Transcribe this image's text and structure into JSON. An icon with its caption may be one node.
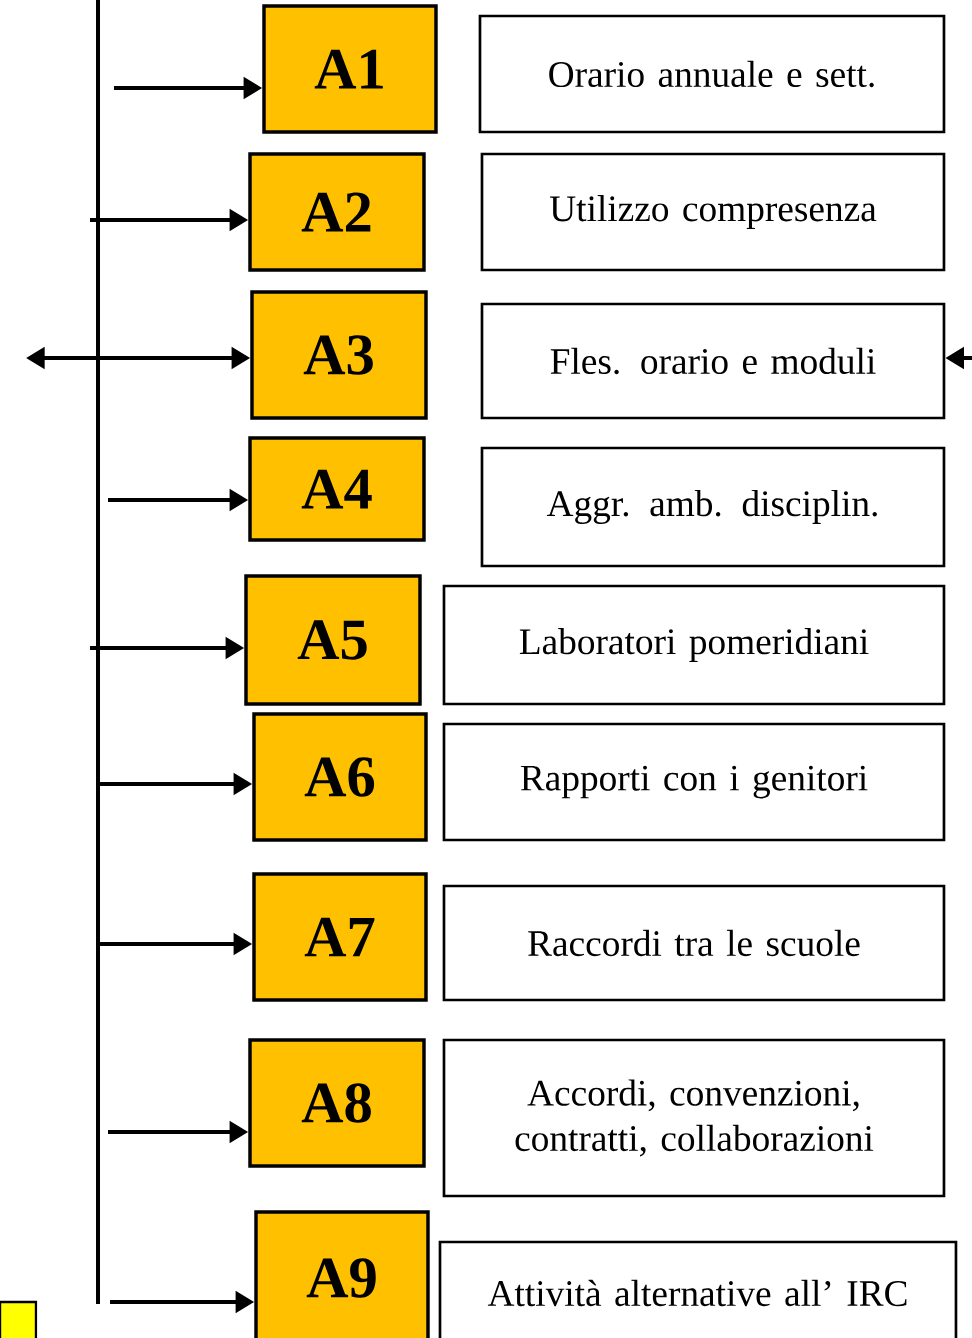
{
  "diagram": {
    "nodes": [
      {
        "text": [
          "A1"
        ]
      },
      {
        "text": [
          "Orario annuale e sett."
        ]
      },
      {
        "text": [
          "A2"
        ]
      },
      {
        "text": [
          "Utilizzo compresenza"
        ]
      },
      {
        "text": [
          "A3"
        ]
      },
      {
        "text": [
          "Fles.  orario e moduli"
        ]
      },
      {
        "text": [
          "A4"
        ]
      },
      {
        "text": [
          "Aggr. amb. disciplin."
        ]
      },
      {
        "text": [
          "A5"
        ]
      },
      {
        "text": [
          "Laboratori pomeridiani"
        ]
      },
      {
        "text": [
          "A6"
        ]
      },
      {
        "text": [
          "Rapporti con i genitori"
        ]
      },
      {
        "text": [
          "A7"
        ]
      },
      {
        "text": [
          "Raccordi tra le scuole"
        ]
      },
      {
        "text": [
          "A8"
        ]
      },
      {
        "text": [
          "Accordi, convenzioni, contratti, collaborazioni"
        ]
      },
      {
        "text": [
          "A9"
        ]
      },
      {
        "text": [
          "Attività alternative all’ IRC"
        ]
      },
      {
        "text": [],
        "shape": "box"
      }
    ],
    "edges": [
      {
        "from": null,
        "to": 0,
        "arrow": "to"
      },
      {
        "from": null,
        "to": 2,
        "arrow": "to"
      },
      {
        "from": null,
        "to": 4,
        "arrow": "both"
      },
      {
        "from": null,
        "to": 5,
        "arrow": "to"
      },
      {
        "from": null,
        "to": 6,
        "arrow": "to"
      },
      {
        "from": null,
        "to": 8,
        "arrow": "to"
      },
      {
        "from": null,
        "to": 10,
        "arrow": "to"
      },
      {
        "from": null,
        "to": 12,
        "arrow": "to"
      },
      {
        "from": null,
        "to": 14,
        "arrow": "to"
      },
      {
        "from": null,
        "to": 16,
        "arrow": "to"
      }
    ]
  }
}
